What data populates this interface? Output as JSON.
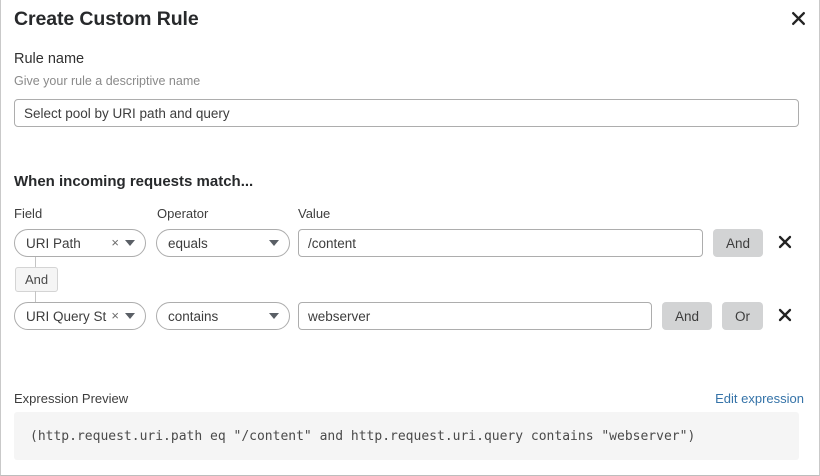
{
  "modal": {
    "title": "Create Custom Rule",
    "close_icon": "close-icon"
  },
  "rule_name": {
    "label": "Rule name",
    "help": "Give your rule a descriptive name",
    "value": "Select pool by URI path and query",
    "placeholder": "Select pool by URI path and query"
  },
  "conditions": {
    "heading": "When incoming requests match...",
    "columns": {
      "field": "Field",
      "operator": "Operator",
      "value": "Value"
    },
    "connector": {
      "label": "And"
    },
    "rows": [
      {
        "field": "URI Path",
        "clear_icon": "×",
        "operator": "equals",
        "value": "/content",
        "and_label": "And",
        "remove_icon": "close-icon"
      },
      {
        "field": "URI Query St...",
        "clear_icon": "×",
        "operator": "contains",
        "value": "webserver",
        "and_label": "And",
        "or_label": "Or",
        "remove_icon": "close-icon"
      }
    ]
  },
  "expression": {
    "label": "Expression Preview",
    "edit_link": "Edit expression",
    "code": "(http.request.uri.path eq \"/content\" and http.request.uri.query contains \"webserver\")"
  },
  "colors": {
    "link": "#3573a8",
    "logic_button_bg": "#d2d3d4",
    "preview_bg": "#f5f5f5",
    "border": "#adadad"
  }
}
